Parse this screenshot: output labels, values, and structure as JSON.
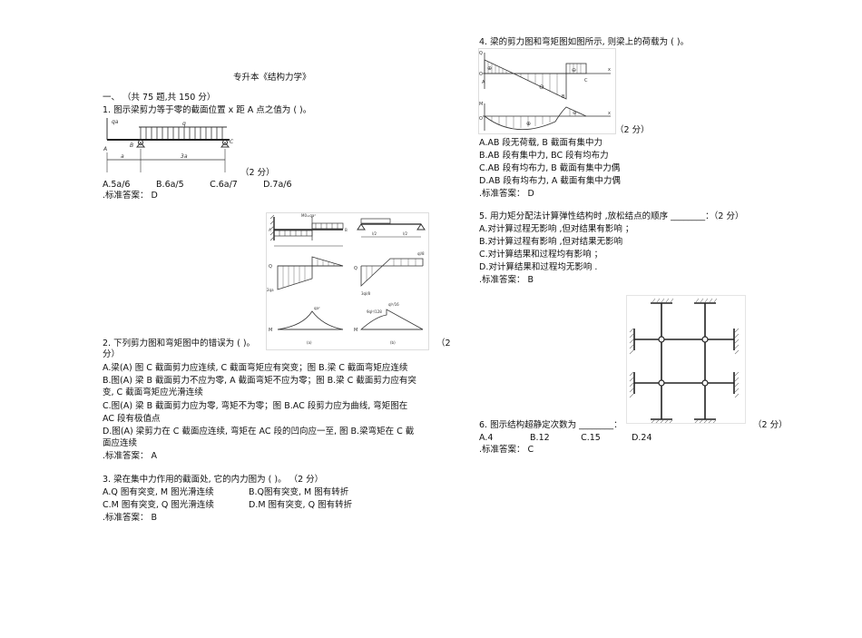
{
  "document": {
    "title": "专升本《结构力学》",
    "section_header": "一、 （共 75 题,共 150 分）"
  },
  "questions": [
    {
      "number": "1.",
      "text": "图示梁剪力等于零的截面位置   x 距 A 点之值为 ( )。",
      "score": "（2 分）",
      "options": [
        "A.5a/6",
        "B.6a/5",
        "C.6a/7",
        "D.7a/6"
      ],
      "answer": ".标准答案： D",
      "figure": {
        "labels": [
          "qa",
          "q",
          "A",
          "B",
          "C",
          "a",
          "3a"
        ]
      }
    },
    {
      "number": "2.",
      "text": "下列剪力图和弯矩图中的错误为  ( )。",
      "score_part1": "（2",
      "score_part2": "分）",
      "options": [
        "A.梁(A) 图 C 截面剪力应连续,    C 截面弯矩应有突变；图    B.梁 C 截面弯矩应连续",
        "B.图(A) 梁 B 截面剪力不应为零,    A 截面弯矩不应为零；图    B.梁 C 截面剪力应有突",
        "变,  C 截面弯矩应光滑连续",
        "C.图(A) 梁 B 截面剪力应为零,  弯矩不为零；图     B.AC 段剪力应为曲线,  弯矩图在",
        "AC 段有极值点",
        "D.图(A) 梁剪力在  C 截面应连续,  弯矩在    AC 段的凹向应一至,  图   B.梁弯矩在  C 截",
        "面应连续"
      ],
      "answer": ".标准答案： A",
      "figure": {
        "labels": [
          "M0=qa²",
          "q",
          "A",
          "B",
          "C",
          "a",
          "qa",
          "2qa",
          "Q",
          "M",
          "qa²",
          "(a)",
          "(b)",
          "l/2",
          "ql/8",
          "3ql/8",
          "ql²/16",
          "9ql²/128"
        ]
      }
    },
    {
      "number": "3.",
      "text": "梁在集中力作用的截面处,  它的内力图为    ( )。  （2 分）",
      "options": [
        "A.Q 图有突变,    M 图光滑连续",
        "B.Q图有突变,    M 图有转折",
        "C.M 图有突变,    Q 图光滑连续",
        "D.M 图有突变,    Q 图有转折"
      ],
      "answer": ".标准答案： B"
    },
    {
      "number": "4.",
      "text": "梁的剪力图和弯矩图如图所示,  则梁上的荷载为     ( )。",
      "score": "（2 分）",
      "options": [
        "A.AB  段无荷载,   B 截面有集中力",
        "B.AB  段有集中力,    BC 段有均布力",
        "C.AB  段有均布力,    B 截面有集中力偶",
        "D.AB  段有均布力,    A 截面有集中力偶"
      ],
      "answer": ".标准答案： D",
      "figure": {
        "labels": [
          "Q",
          "O",
          "A",
          "B",
          "C",
          "x",
          "M",
          "+",
          "−"
        ]
      }
    },
    {
      "number": "5.",
      "text": "用力矩分配法计算弹性结构时   ,放松结点的顺序  ________：（2 分）",
      "options": [
        "A.对计算过程无影响 ,但对结果有影响  ；",
        "B.对计算过程有影响 ,但对结果无影响",
        "C.对计算结果和过程均有影响   ；",
        "D.对计算结果和过程均无影响    ."
      ],
      "answer": ".标准答案： B"
    },
    {
      "number": "6.",
      "text": "图示结构超静定次数为  ________：",
      "score": "（2 分）",
      "options": [
        "A.4",
        "B.12",
        "C.15",
        "D.24"
      ],
      "answer": ".标准答案： C"
    }
  ]
}
